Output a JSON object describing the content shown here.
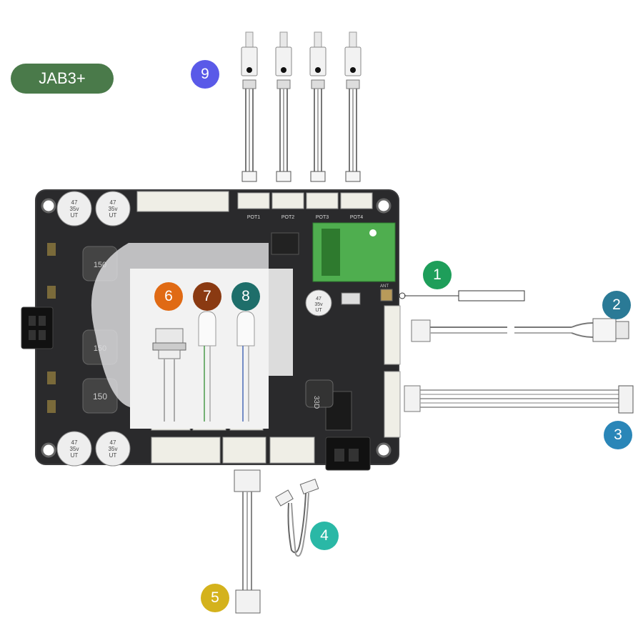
{
  "product": {
    "name": "JAB3+",
    "pill_color": "#4a7a4a"
  },
  "board": {
    "capacitors": [
      {
        "id": "cap-top-left",
        "lines": [
          "47",
          "35v",
          "UT"
        ]
      },
      {
        "id": "cap-top-left-2",
        "lines": [
          "47",
          "35v",
          "UT"
        ]
      },
      {
        "id": "cap-bottom-left",
        "lines": [
          "47",
          "35v",
          "UT"
        ]
      },
      {
        "id": "cap-bottom-left-2",
        "lines": [
          "47",
          "35v",
          "UT"
        ]
      },
      {
        "id": "cap-center",
        "lines": [
          "47",
          "35v",
          "UT"
        ]
      }
    ],
    "inductors": [
      {
        "label": "150"
      },
      {
        "label": "150"
      },
      {
        "label": "150"
      }
    ],
    "small_inductor": "33D",
    "pot_headers": [
      "POT1",
      "POT2",
      "POT3",
      "POT4"
    ],
    "antenna_label": "ANT"
  },
  "callouts": [
    {
      "number": "1",
      "color": "#1e9e5a",
      "part": "antenna"
    },
    {
      "number": "2",
      "color": "#2a7a96",
      "part": "connector-cable"
    },
    {
      "number": "3",
      "color": "#2a86b8",
      "part": "ribbon-cable"
    },
    {
      "number": "4",
      "color": "#2ab8a6",
      "part": "short-cable"
    },
    {
      "number": "5",
      "color": "#d4b21c",
      "part": "long-cable"
    },
    {
      "number": "6",
      "color": "#e06a14",
      "part": "push-button"
    },
    {
      "number": "7",
      "color": "#8a3a12",
      "part": "led-green"
    },
    {
      "number": "8",
      "color": "#1e6e6a",
      "part": "led-blue"
    },
    {
      "number": "9",
      "color": "#5a5ae8",
      "part": "potentiometers"
    }
  ],
  "colors": {
    "board": "#2a2a2c",
    "board_edge": "#3a3a3c",
    "header": "#efeee6",
    "wifi_module": "#4fae4f"
  }
}
